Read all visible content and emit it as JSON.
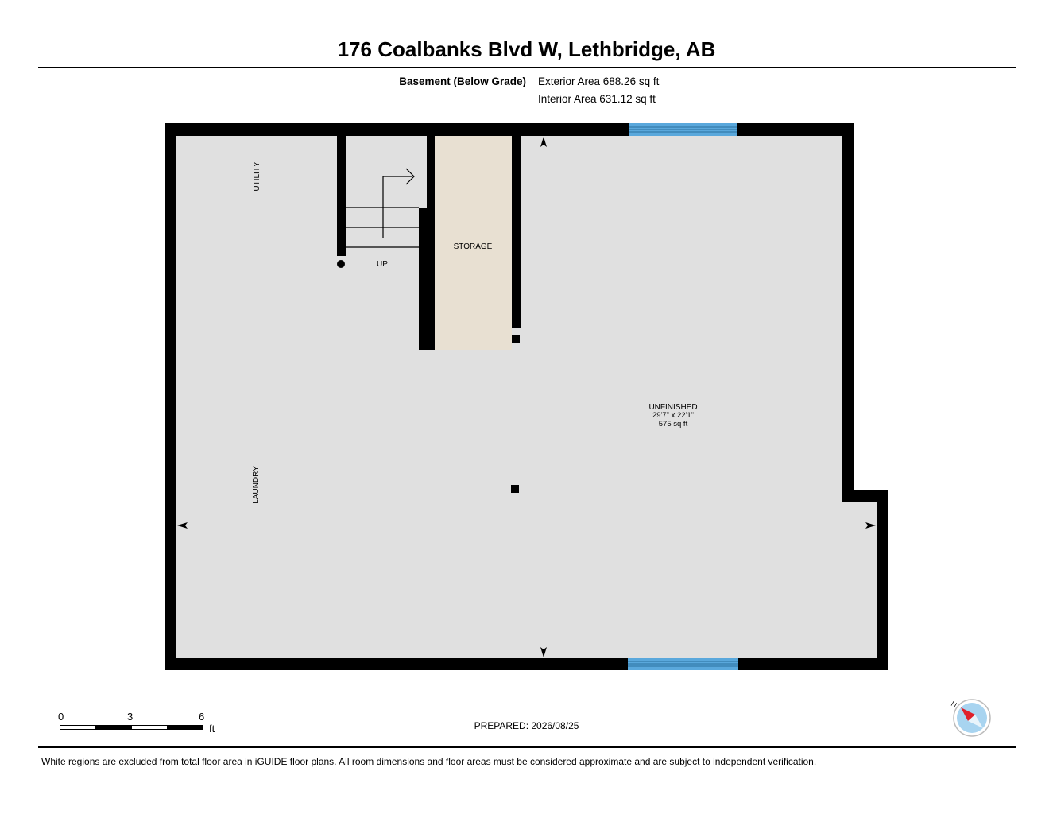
{
  "header": {
    "address": "176 Coalbanks Blvd W, Lethbridge, AB"
  },
  "summary": {
    "level_name": "Basement (Below Grade)",
    "exterior_area": "Exterior Area 688.26 sq ft",
    "interior_area": "Interior Area 631.12 sq ft"
  },
  "plan": {
    "colors": {
      "wall": "#000000",
      "floor": "#e0e0e0",
      "storage_floor": "#e8e0d2",
      "window": "#5aa8dc"
    },
    "labels": {
      "utility": "UTILITY",
      "laundry": "LAUNDRY",
      "storage": "STORAGE",
      "stairs_up": "UP",
      "unfinished_name": "UNFINISHED",
      "unfinished_dims": "29'7\" x 22'1\"",
      "unfinished_area": "575 sq ft"
    }
  },
  "scale_bar": {
    "ticks": [
      "0",
      "3",
      "6"
    ],
    "unit": "ft"
  },
  "footer": {
    "prepared": "PREPARED: 2026/08/25",
    "disclaimer": "White regions are excluded from total floor area in iGUIDE floor plans. All room dimensions and floor areas must be considered approximate and are subject to independent verification."
  },
  "compass": {
    "north_label": "N",
    "needle_color": "#e0202a",
    "dial_color": "#a8d4f0"
  }
}
